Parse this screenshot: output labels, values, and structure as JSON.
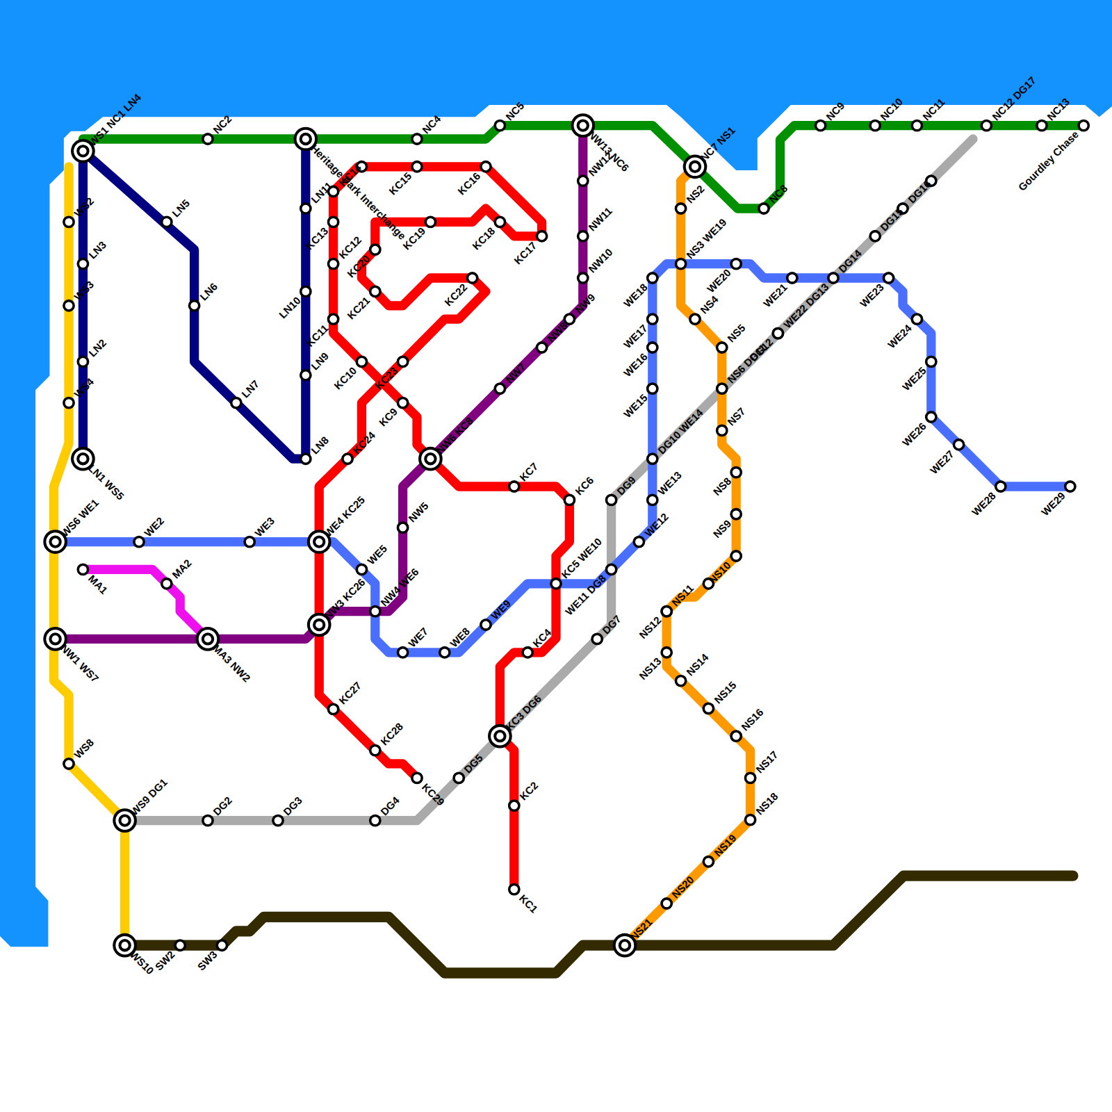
{
  "diagram": {
    "labels": [
      "WS1 NC1 LN4",
      "NC2",
      "Heritage Park Interchange",
      "NC4",
      "NC5",
      "NW13 NC6",
      "NC7 NS1",
      "NC8",
      "NC9",
      "NC10",
      "NC11",
      "NC12 DG17",
      "NC13",
      "Gourdley Chase",
      "WS2",
      "LN3",
      "WS3",
      "LN2",
      "WS4",
      "LN1 WS5",
      "WS6 WE1",
      "NW1 WS7",
      "WS8",
      "WS9 DG1",
      "WS10",
      "SW2",
      "SW3",
      "LN5",
      "LN6",
      "LN7",
      "LN8",
      "LN9",
      "LN10",
      "LN11",
      "MA1",
      "MA2",
      "MA3 NW2",
      "WE2",
      "WE3",
      "WE4 KC25",
      "NW3 KC26",
      "WE5",
      "NW4 WE6",
      "WE7",
      "WE8",
      "WE9",
      "KC4",
      "WE11 DG8",
      "KC5 WE10",
      "WE12",
      "WE13",
      "DG10 WE14",
      "WE15",
      "WE16",
      "WE17",
      "WE18",
      "NS3 WE19",
      "WE20",
      "WE21",
      "WE22 DG13",
      "WE23",
      "WE24",
      "WE25",
      "WE26",
      "WE27",
      "WE28",
      "WE29",
      "NW5",
      "NW6 KC8",
      "NW7",
      "NW8",
      "NW9",
      "NW10",
      "NW11",
      "NW12",
      "NS2",
      "NS4",
      "NS5",
      "NS6 DG11",
      "NS7",
      "NS8",
      "NS9",
      "NS10",
      "NS11",
      "NS12",
      "NS13",
      "NS14",
      "NS15",
      "NS16",
      "NS17",
      "NS18",
      "NS19",
      "NS20",
      "NS21",
      "DG2",
      "DG3",
      "DG4",
      "DG5",
      "KC3 DG6",
      "DG7",
      "DG9",
      "DG12",
      "DG14",
      "DG15",
      "DG16",
      "KC1",
      "KC2",
      "KC6",
      "KC7",
      "KC9",
      "KC10",
      "KC11",
      "KC12",
      "KC13",
      "KC14",
      "KC15",
      "KC16",
      "KC17",
      "KC18",
      "KC19",
      "KC20",
      "KC21",
      "KC22",
      "KC23",
      "KC24",
      "KC27",
      "KC28",
      "KC29"
    ]
  }
}
